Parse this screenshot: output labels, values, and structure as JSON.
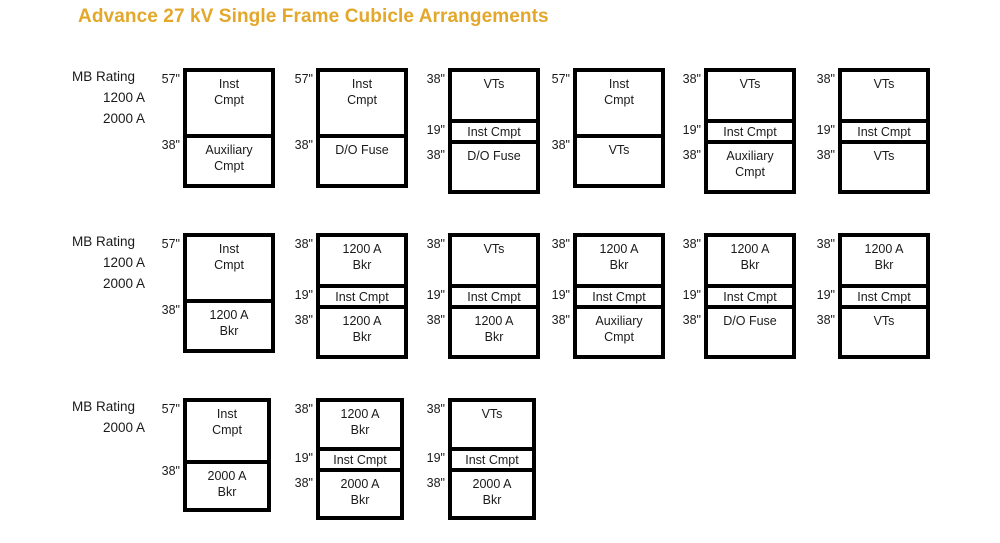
{
  "title": "Advance 27 kV Single Frame Cubicle Arrangements",
  "colors": {
    "title": "#e3a72a",
    "outline": "#000000",
    "text": "#1a1a1a",
    "background": "#ffffff"
  },
  "rows": [
    {
      "id": "row-1",
      "rating": {
        "head": "MB Rating",
        "values": [
          "1200 A",
          "2000 A"
        ]
      },
      "cubicles": [
        {
          "id": "r1c1",
          "sections": [
            {
              "dim": "57\"",
              "lines": [
                "Inst",
                "Cmpt"
              ],
              "size": "h57"
            },
            {
              "dim": "38\"",
              "lines": [
                "Auxiliary",
                "Cmpt"
              ],
              "size": "h38b"
            }
          ]
        },
        {
          "id": "r1c2",
          "sections": [
            {
              "dim": "57\"",
              "lines": [
                "Inst",
                "Cmpt"
              ],
              "size": "h57"
            },
            {
              "dim": "38\"",
              "lines": [
                "D/O Fuse"
              ],
              "size": "h38b"
            }
          ]
        },
        {
          "id": "r1c3",
          "sections": [
            {
              "dim": "38\"",
              "lines": [
                "VTs"
              ],
              "size": "h38"
            },
            {
              "dim": "19\"",
              "lines": [
                "Inst Cmpt"
              ],
              "size": "h19"
            },
            {
              "dim": "38\"",
              "lines": [
                "D/O Fuse"
              ],
              "size": "h38b"
            }
          ]
        },
        {
          "id": "r1c4",
          "sections": [
            {
              "dim": "57\"",
              "lines": [
                "Inst",
                "Cmpt"
              ],
              "size": "h57"
            },
            {
              "dim": "38\"",
              "lines": [
                "VTs"
              ],
              "size": "h38b"
            }
          ]
        },
        {
          "id": "r1c5",
          "sections": [
            {
              "dim": "38\"",
              "lines": [
                "VTs"
              ],
              "size": "h38"
            },
            {
              "dim": "19\"",
              "lines": [
                "Inst Cmpt"
              ],
              "size": "h19"
            },
            {
              "dim": "38\"",
              "lines": [
                "Auxiliary",
                "Cmpt"
              ],
              "size": "h38b"
            }
          ]
        },
        {
          "id": "r1c6",
          "sections": [
            {
              "dim": "38\"",
              "lines": [
                "VTs"
              ],
              "size": "h38"
            },
            {
              "dim": "19\"",
              "lines": [
                "Inst Cmpt"
              ],
              "size": "h19"
            },
            {
              "dim": "38\"",
              "lines": [
                "VTs"
              ],
              "size": "h38b"
            }
          ]
        }
      ]
    },
    {
      "id": "row-2",
      "rating": {
        "head": "MB Rating",
        "values": [
          "1200 A",
          "2000 A"
        ]
      },
      "cubicles": [
        {
          "id": "r2c1",
          "sections": [
            {
              "dim": "57\"",
              "lines": [
                "Inst",
                "Cmpt"
              ],
              "size": "h57"
            },
            {
              "dim": "38\"",
              "lines": [
                "1200 A",
                "Bkr"
              ],
              "size": "h38b"
            }
          ]
        },
        {
          "id": "r2c2",
          "sections": [
            {
              "dim": "38\"",
              "lines": [
                "1200 A",
                "Bkr"
              ],
              "size": "h38"
            },
            {
              "dim": "19\"",
              "lines": [
                "Inst Cmpt"
              ],
              "size": "h19"
            },
            {
              "dim": "38\"",
              "lines": [
                "1200 A",
                "Bkr"
              ],
              "size": "h38b"
            }
          ]
        },
        {
          "id": "r2c3",
          "sections": [
            {
              "dim": "38\"",
              "lines": [
                "VTs"
              ],
              "size": "h38"
            },
            {
              "dim": "19\"",
              "lines": [
                "Inst Cmpt"
              ],
              "size": "h19"
            },
            {
              "dim": "38\"",
              "lines": [
                "1200 A",
                "Bkr"
              ],
              "size": "h38b"
            }
          ]
        },
        {
          "id": "r2c4",
          "sections": [
            {
              "dim": "38\"",
              "lines": [
                "1200 A",
                "Bkr"
              ],
              "size": "h38"
            },
            {
              "dim": "19\"",
              "lines": [
                "Inst Cmpt"
              ],
              "size": "h19"
            },
            {
              "dim": "38\"",
              "lines": [
                "Auxiliary",
                "Cmpt"
              ],
              "size": "h38b"
            }
          ]
        },
        {
          "id": "r2c5",
          "sections": [
            {
              "dim": "38\"",
              "lines": [
                "1200 A",
                "Bkr"
              ],
              "size": "h38"
            },
            {
              "dim": "19\"",
              "lines": [
                "Inst Cmpt"
              ],
              "size": "h19"
            },
            {
              "dim": "38\"",
              "lines": [
                "D/O Fuse"
              ],
              "size": "h38b"
            }
          ]
        },
        {
          "id": "r2c6",
          "sections": [
            {
              "dim": "38\"",
              "lines": [
                "1200 A",
                "Bkr"
              ],
              "size": "h38"
            },
            {
              "dim": "19\"",
              "lines": [
                "Inst Cmpt"
              ],
              "size": "h19"
            },
            {
              "dim": "38\"",
              "lines": [
                "VTs"
              ],
              "size": "h38b"
            }
          ]
        }
      ]
    },
    {
      "id": "row-3",
      "rating": {
        "head": "MB Rating",
        "values": [
          "2000 A"
        ]
      },
      "cubicles": [
        {
          "id": "r3c1",
          "sections": [
            {
              "dim": "57\"",
              "lines": [
                "Inst",
                "Cmpt"
              ],
              "size": "h57"
            },
            {
              "dim": "38\"",
              "lines": [
                "2000 A",
                "Bkr"
              ],
              "size": "h38b"
            }
          ]
        },
        {
          "id": "r3c2",
          "sections": [
            {
              "dim": "38\"",
              "lines": [
                "1200 A",
                "Bkr"
              ],
              "size": "h38"
            },
            {
              "dim": "19\"",
              "lines": [
                "Inst Cmpt"
              ],
              "size": "h19"
            },
            {
              "dim": "38\"",
              "lines": [
                "2000 A",
                "Bkr"
              ],
              "size": "h38b"
            }
          ]
        },
        {
          "id": "r3c3",
          "sections": [
            {
              "dim": "38\"",
              "lines": [
                "VTs"
              ],
              "size": "h38"
            },
            {
              "dim": "19\"",
              "lines": [
                "Inst Cmpt"
              ],
              "size": "h19"
            },
            {
              "dim": "38\"",
              "lines": [
                "2000 A",
                "Bkr"
              ],
              "size": "h38b"
            }
          ]
        }
      ]
    }
  ]
}
